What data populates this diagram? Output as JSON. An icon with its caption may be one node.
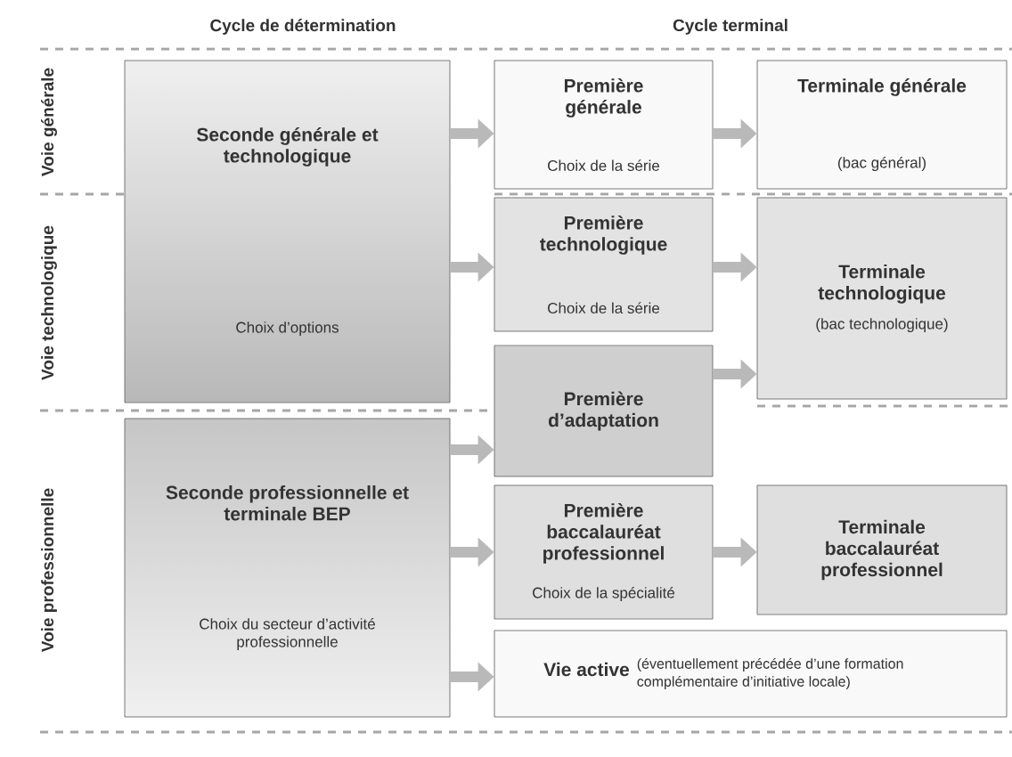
{
  "diagram": {
    "nodes": [
      {
        "text": [
          "Seconde générale et technologique",
          "Choix d’options"
        ]
      },
      {
        "text": [
          "Seconde professionnelle et terminale BEP",
          "Choix du secteur d’activité professionnelle"
        ]
      },
      {
        "text": [
          "Première générale",
          "Choix de la série"
        ]
      },
      {
        "text": [
          "Terminale générale",
          "(bac général)"
        ]
      },
      {
        "text": [
          "Première technologique",
          "Choix de la série"
        ]
      },
      {
        "text": [
          "Terminale technologique",
          "(bac technologique)"
        ]
      },
      {
        "text": [
          "Première d’adaptation"
        ]
      },
      {
        "text": [
          "Première baccalauréat professionnel",
          "Choix de la spécialité"
        ]
      },
      {
        "text": [
          "Terminale baccalauréat professionnel"
        ]
      },
      {
        "text": [
          "Vie active",
          "(éventuellement précédée d’une formation complémentaire d’initiative locale)"
        ]
      }
    ],
    "edges": [
      {
        "from": 0,
        "to": 2,
        "arrow": "to"
      },
      {
        "from": 0,
        "to": 4,
        "arrow": "to"
      },
      {
        "from": 1,
        "to": 6,
        "arrow": "to"
      },
      {
        "from": 1,
        "to": 7,
        "arrow": "to"
      },
      {
        "from": 1,
        "to": 9,
        "arrow": "to"
      },
      {
        "from": 2,
        "to": 3,
        "arrow": "to"
      },
      {
        "from": 4,
        "to": 5,
        "arrow": "to"
      },
      {
        "from": 6,
        "to": 5,
        "arrow": "to"
      },
      {
        "from": 7,
        "to": 8,
        "arrow": "to"
      }
    ],
    "labels": [
      "Cycle de détermination",
      "Cycle terminal",
      "Voie générale",
      "Voie technologique",
      "Voie professionnelle"
    ]
  }
}
